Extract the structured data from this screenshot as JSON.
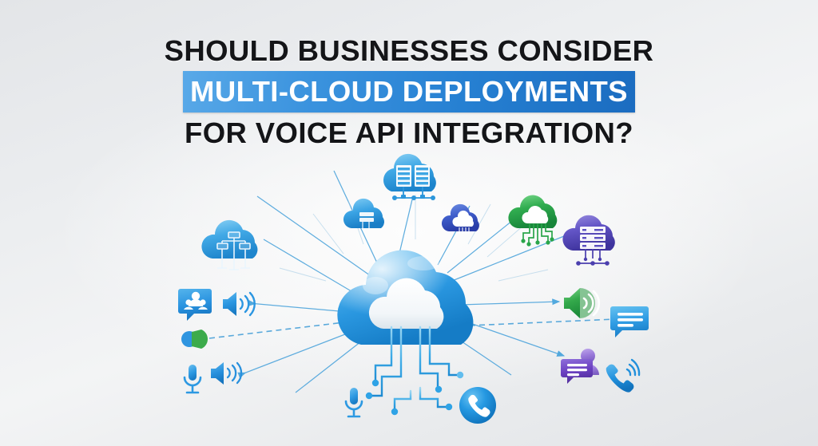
{
  "page": {
    "background_top": "#e3e5e8",
    "background_bottom": "#e2e4e7"
  },
  "heading": {
    "line1": "SHOULD BUSINESSES CONSIDER",
    "line2_highlighted": "MULTI-CLOUD DEPLOYMENTS",
    "line3": "FOR VOICE API INTEGRATION?",
    "text_color": "#141518",
    "highlight_bg_from": "#59a9e8",
    "highlight_bg_to": "#1b6cc0",
    "highlight_text_color": "#ffffff"
  },
  "graphic": {
    "caption": "Multi-cloud voice API network diagram",
    "center": {
      "name": "central-cloud",
      "label": "Central cloud platform",
      "color": "#2e9fe0",
      "inner_color": "#ffffff",
      "trace_color": "#37a8e8"
    },
    "clouds": [
      {
        "id": "cloud-network-tree",
        "label": "Network topology cloud",
        "color": "#3fa9e5",
        "glyph": "network-tree"
      },
      {
        "id": "cloud-servers-top",
        "label": "Server racks cloud",
        "color": "#37a6e6",
        "glyph": "server-rack-dual"
      },
      {
        "id": "cloud-storage-small",
        "label": "Storage upload cloud",
        "color": "#2f9fe2",
        "glyph": "storage-stack"
      },
      {
        "id": "cloud-indigo",
        "label": "Private cloud",
        "color": "#3352c0",
        "glyph": "cloud-inner"
      },
      {
        "id": "cloud-green-circuit",
        "label": "Edge compute cloud",
        "color": "#2fa94b",
        "glyph": "cloud-circuit"
      },
      {
        "id": "cloud-purple-server",
        "label": "Secure data-centre cloud",
        "color": "#5b4fc0",
        "glyph": "server-rack-single"
      }
    ],
    "endpoints": [
      {
        "id": "user-chat-bubble",
        "label": "User contacts bubble",
        "color": "#2b95e0",
        "glyph": "people-bubble"
      },
      {
        "id": "speaker-left-upper",
        "label": "Audio output speaker",
        "color": "#2e9ae2",
        "glyph": "speaker-waves"
      },
      {
        "id": "speaker-small-green",
        "label": "Muted speaker",
        "color": "#3ba34a",
        "glyph": "speaker-small"
      },
      {
        "id": "microphone-left",
        "label": "Microphone input",
        "color": "#2f9ce3",
        "glyph": "microphone"
      },
      {
        "id": "speaker-left-lower",
        "label": "Voice playback speaker",
        "color": "#2a90dd",
        "glyph": "speaker-waves"
      },
      {
        "id": "speaker-right-green",
        "label": "Voice broadcast speaker",
        "color": "#35a94a",
        "glyph": "speaker-waves"
      },
      {
        "id": "chat-bubble-blue",
        "label": "Message thread bubble",
        "color": "#35a0e4",
        "glyph": "text-bubble"
      },
      {
        "id": "agent-purple",
        "label": "Support agent",
        "color": "#8a63d6",
        "glyph": "person-bubble"
      },
      {
        "id": "phone-ringing",
        "label": "Ringing handset",
        "color": "#2293dd",
        "glyph": "phone-waves"
      },
      {
        "id": "microphone-bottom",
        "label": "Microphone capture",
        "color": "#2f9ce3",
        "glyph": "microphone"
      },
      {
        "id": "call-button",
        "label": "Call action button",
        "color": "#1f9ae0",
        "glyph": "phone-circle"
      }
    ],
    "link_color": "#4aa5dd",
    "dashed_link_color": "#3e9bd6"
  }
}
